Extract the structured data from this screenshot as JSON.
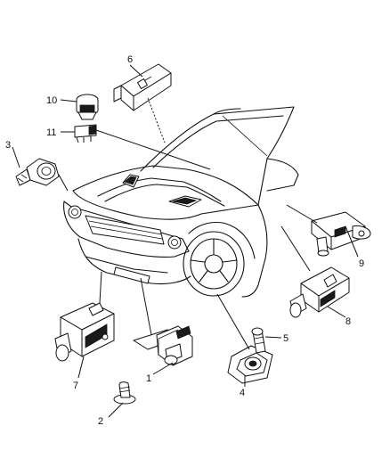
{
  "callouts": [
    "1",
    "2",
    "3",
    "4",
    "5",
    "6",
    "7",
    "8",
    "9",
    "10",
    "11"
  ],
  "parts": [
    {
      "label": "1",
      "icon": "bracket-sensor-icon"
    },
    {
      "label": "2",
      "icon": "push-pin-fastener-icon"
    },
    {
      "label": "3",
      "icon": "bulb-socket-icon"
    },
    {
      "label": "4",
      "icon": "tire-pressure-sensor-icon"
    },
    {
      "label": "5",
      "icon": "valve-stem-icon"
    },
    {
      "label": "6",
      "icon": "windshield-sensor-icon"
    },
    {
      "label": "7",
      "icon": "impact-sensor-icon"
    },
    {
      "label": "8",
      "icon": "side-impact-sensor-icon"
    },
    {
      "label": "9",
      "icon": "mounted-sensor-icon"
    },
    {
      "label": "10",
      "icon": "ambient-sensor-icon"
    },
    {
      "label": "11",
      "icon": "sensor-base-icon"
    }
  ]
}
